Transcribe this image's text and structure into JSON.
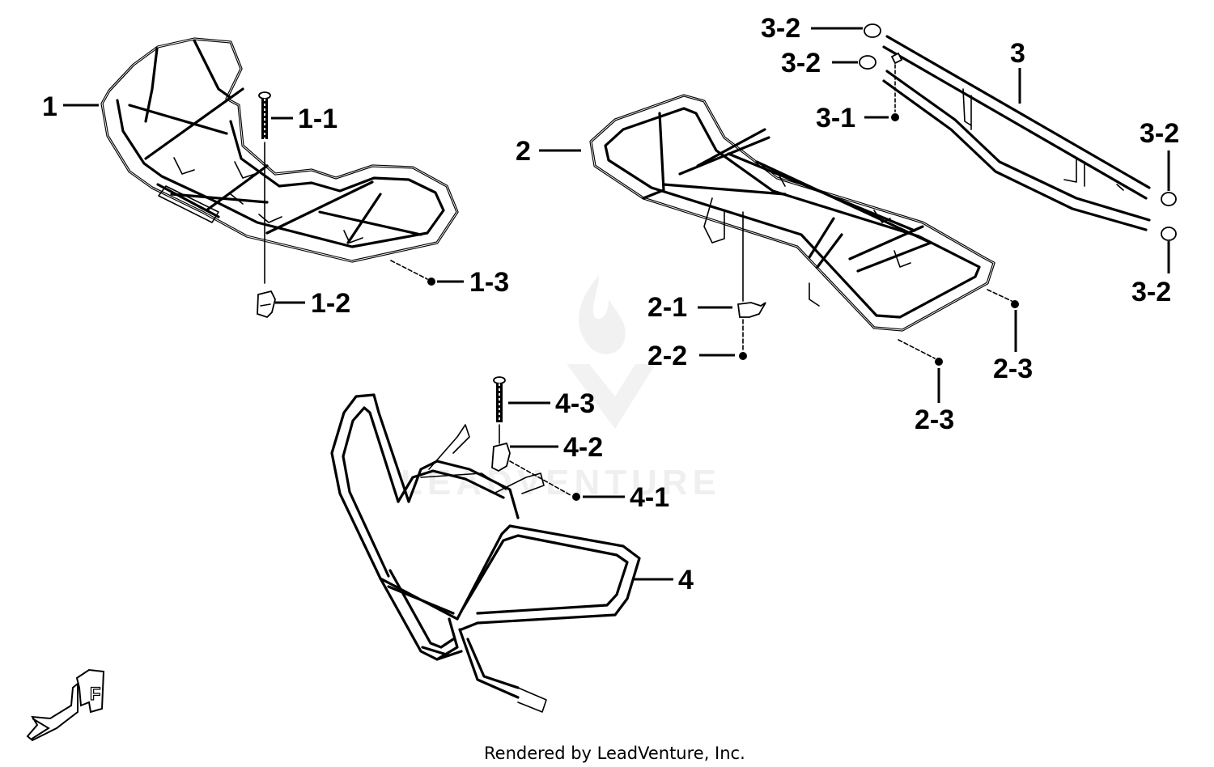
{
  "callouts": {
    "c1": "1",
    "c1_1": "1-1",
    "c1_2": "1-2",
    "c1_3": "1-3",
    "c2": "2",
    "c2_1": "2-1",
    "c2_2": "2-2",
    "c2_3a": "2-3",
    "c2_3b": "2-3",
    "c3": "3",
    "c3_1": "3-1",
    "c3_2a": "3-2",
    "c3_2b": "3-2",
    "c3_2c": "3-2",
    "c3_2d": "3-2",
    "c4": "4",
    "c4_1": "4-1",
    "c4_2": "4-2",
    "c4_3": "4-3"
  },
  "watermark": "LEADVENTURE",
  "footer": "Rendered by LeadVenture, Inc.",
  "direction_icon": {
    "letter": "F",
    "icon": "front-direction-arrow-icon"
  },
  "colors": {
    "line": "#000000",
    "background": "#ffffff",
    "watermark": "#d4d4d4"
  }
}
